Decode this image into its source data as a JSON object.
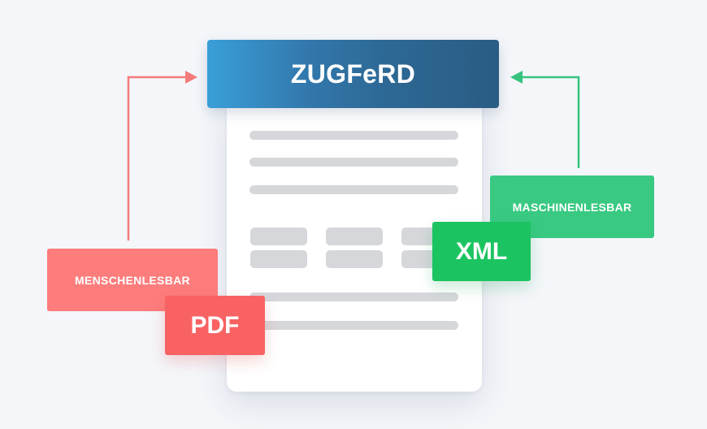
{
  "header": {
    "title": "ZUGFeRD"
  },
  "labels": {
    "human_readable": "MENSCHENLESBAR",
    "machine_readable": "MASCHINENLESBAR"
  },
  "formats": {
    "pdf": "PDF",
    "xml": "XML"
  },
  "colors": {
    "header_gradient_start": "#3a9fd8",
    "header_gradient_end": "#2a5c84",
    "human_label": "#fd7c7c",
    "pdf_tag": "#f86262",
    "human_arrow": "#f47b7b",
    "machine_label": "#39c982",
    "xml_tag": "#1cc461",
    "machine_arrow": "#36c37e",
    "placeholder": "#d6d7db",
    "background": "#f4f6fa"
  },
  "icons": {
    "human_arrow": "arrow-right-icon",
    "machine_arrow": "arrow-left-icon"
  }
}
